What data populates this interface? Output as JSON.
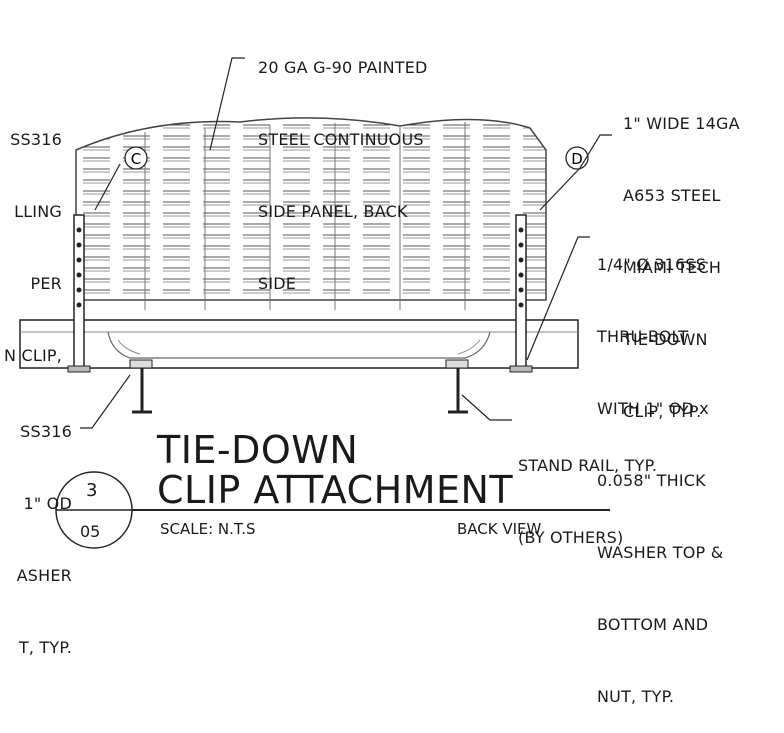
{
  "callouts": {
    "top_center": [
      "20 GA G-90 PAINTED",
      "STEEL CONTINUOUS",
      "SIDE PANEL, BACK",
      "SIDE"
    ],
    "top_left": [
      "SS316",
      "LLING",
      "PER",
      "N CLIP,"
    ],
    "top_right": [
      "1\" WIDE 14GA",
      "A653 STEEL",
      "MIAMI TECH",
      "TIE-DOWN",
      "CLIP, TYP."
    ],
    "mid_right": [
      "1/4\" Ø 316SS",
      "THRU-BOLT",
      "WITH 1\" OD x",
      "0.058\" THICK",
      "WASHER TOP &",
      "BOTTOM AND",
      "NUT, TYP."
    ],
    "bottom_left": [
      "SS316",
      "1\" OD",
      "ASHER",
      "T, TYP."
    ],
    "bottom_right": [
      "STAND RAIL, TYP.",
      "(BY OTHERS)"
    ]
  },
  "markers": {
    "left": "C",
    "right": "D"
  },
  "title_block": {
    "title_line1": "TIE-DOWN",
    "title_line2": "CLIP ATTACHMENT",
    "detail_number": "3",
    "sheet_number": "05",
    "scale": "SCALE: N.T.S",
    "view": "BACK VIEW"
  }
}
